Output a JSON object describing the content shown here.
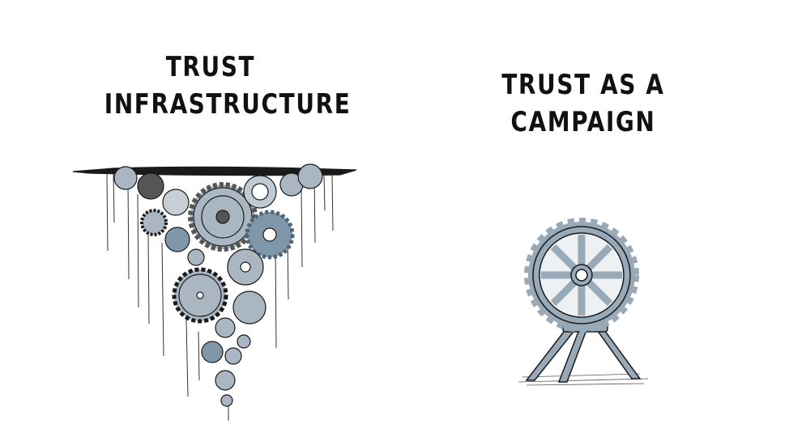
{
  "panels": [
    {
      "id": "left",
      "title_lines": [
        "TRUST",
        "INFRASTRUCTURE"
      ],
      "illustration": "gears embedded underground with roots"
    },
    {
      "id": "right",
      "title_lines": [
        "TRUST AS A",
        "CAMPAIGN"
      ],
      "illustration": "single gear on a tripod stand"
    }
  ],
  "colors": {
    "gear_fill": "#aab7c2",
    "gear_dark": "#7f97a8",
    "ink": "#1a1a1a",
    "background": "#ffffff"
  }
}
